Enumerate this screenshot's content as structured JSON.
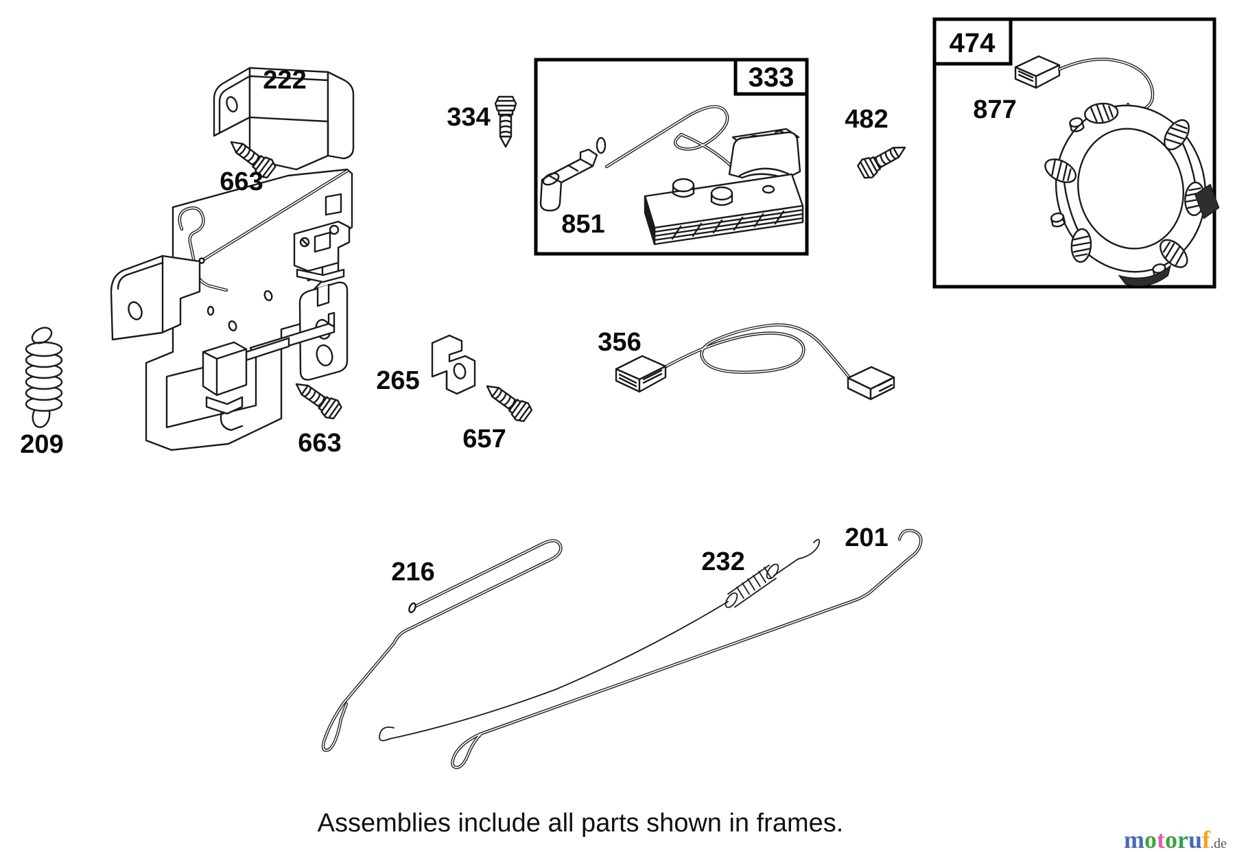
{
  "diagram": {
    "caption": "Assemblies include all parts shown in frames.",
    "background": "#ffffff",
    "line_color": "#1a1a1a",
    "frame_color": "#000000",
    "part_labels": {
      "p222": "222",
      "p663_top": "663",
      "p334": "334",
      "p851": "851",
      "p482": "482",
      "p877": "877",
      "p209": "209",
      "p265": "265",
      "p663_bottom": "663",
      "p657": "657",
      "p356": "356",
      "p216": "216",
      "p232": "232",
      "p201": "201"
    },
    "frame_labels": {
      "f333": "333",
      "f474": "474"
    }
  },
  "logo": {
    "letters": [
      {
        "ch": "m",
        "color": "#4a68b8"
      },
      {
        "ch": "o",
        "color": "#3fa33f"
      },
      {
        "ch": "t",
        "color": "#de5fa4"
      },
      {
        "ch": "o",
        "color": "#3fa33f"
      },
      {
        "ch": "r",
        "color": "#2f9e55"
      },
      {
        "ch": "u",
        "color": "#4a68b8"
      },
      {
        "ch": "f",
        "color": "#f0a41e"
      }
    ],
    "suffix": ".de",
    "suffix_color": "#555555"
  }
}
